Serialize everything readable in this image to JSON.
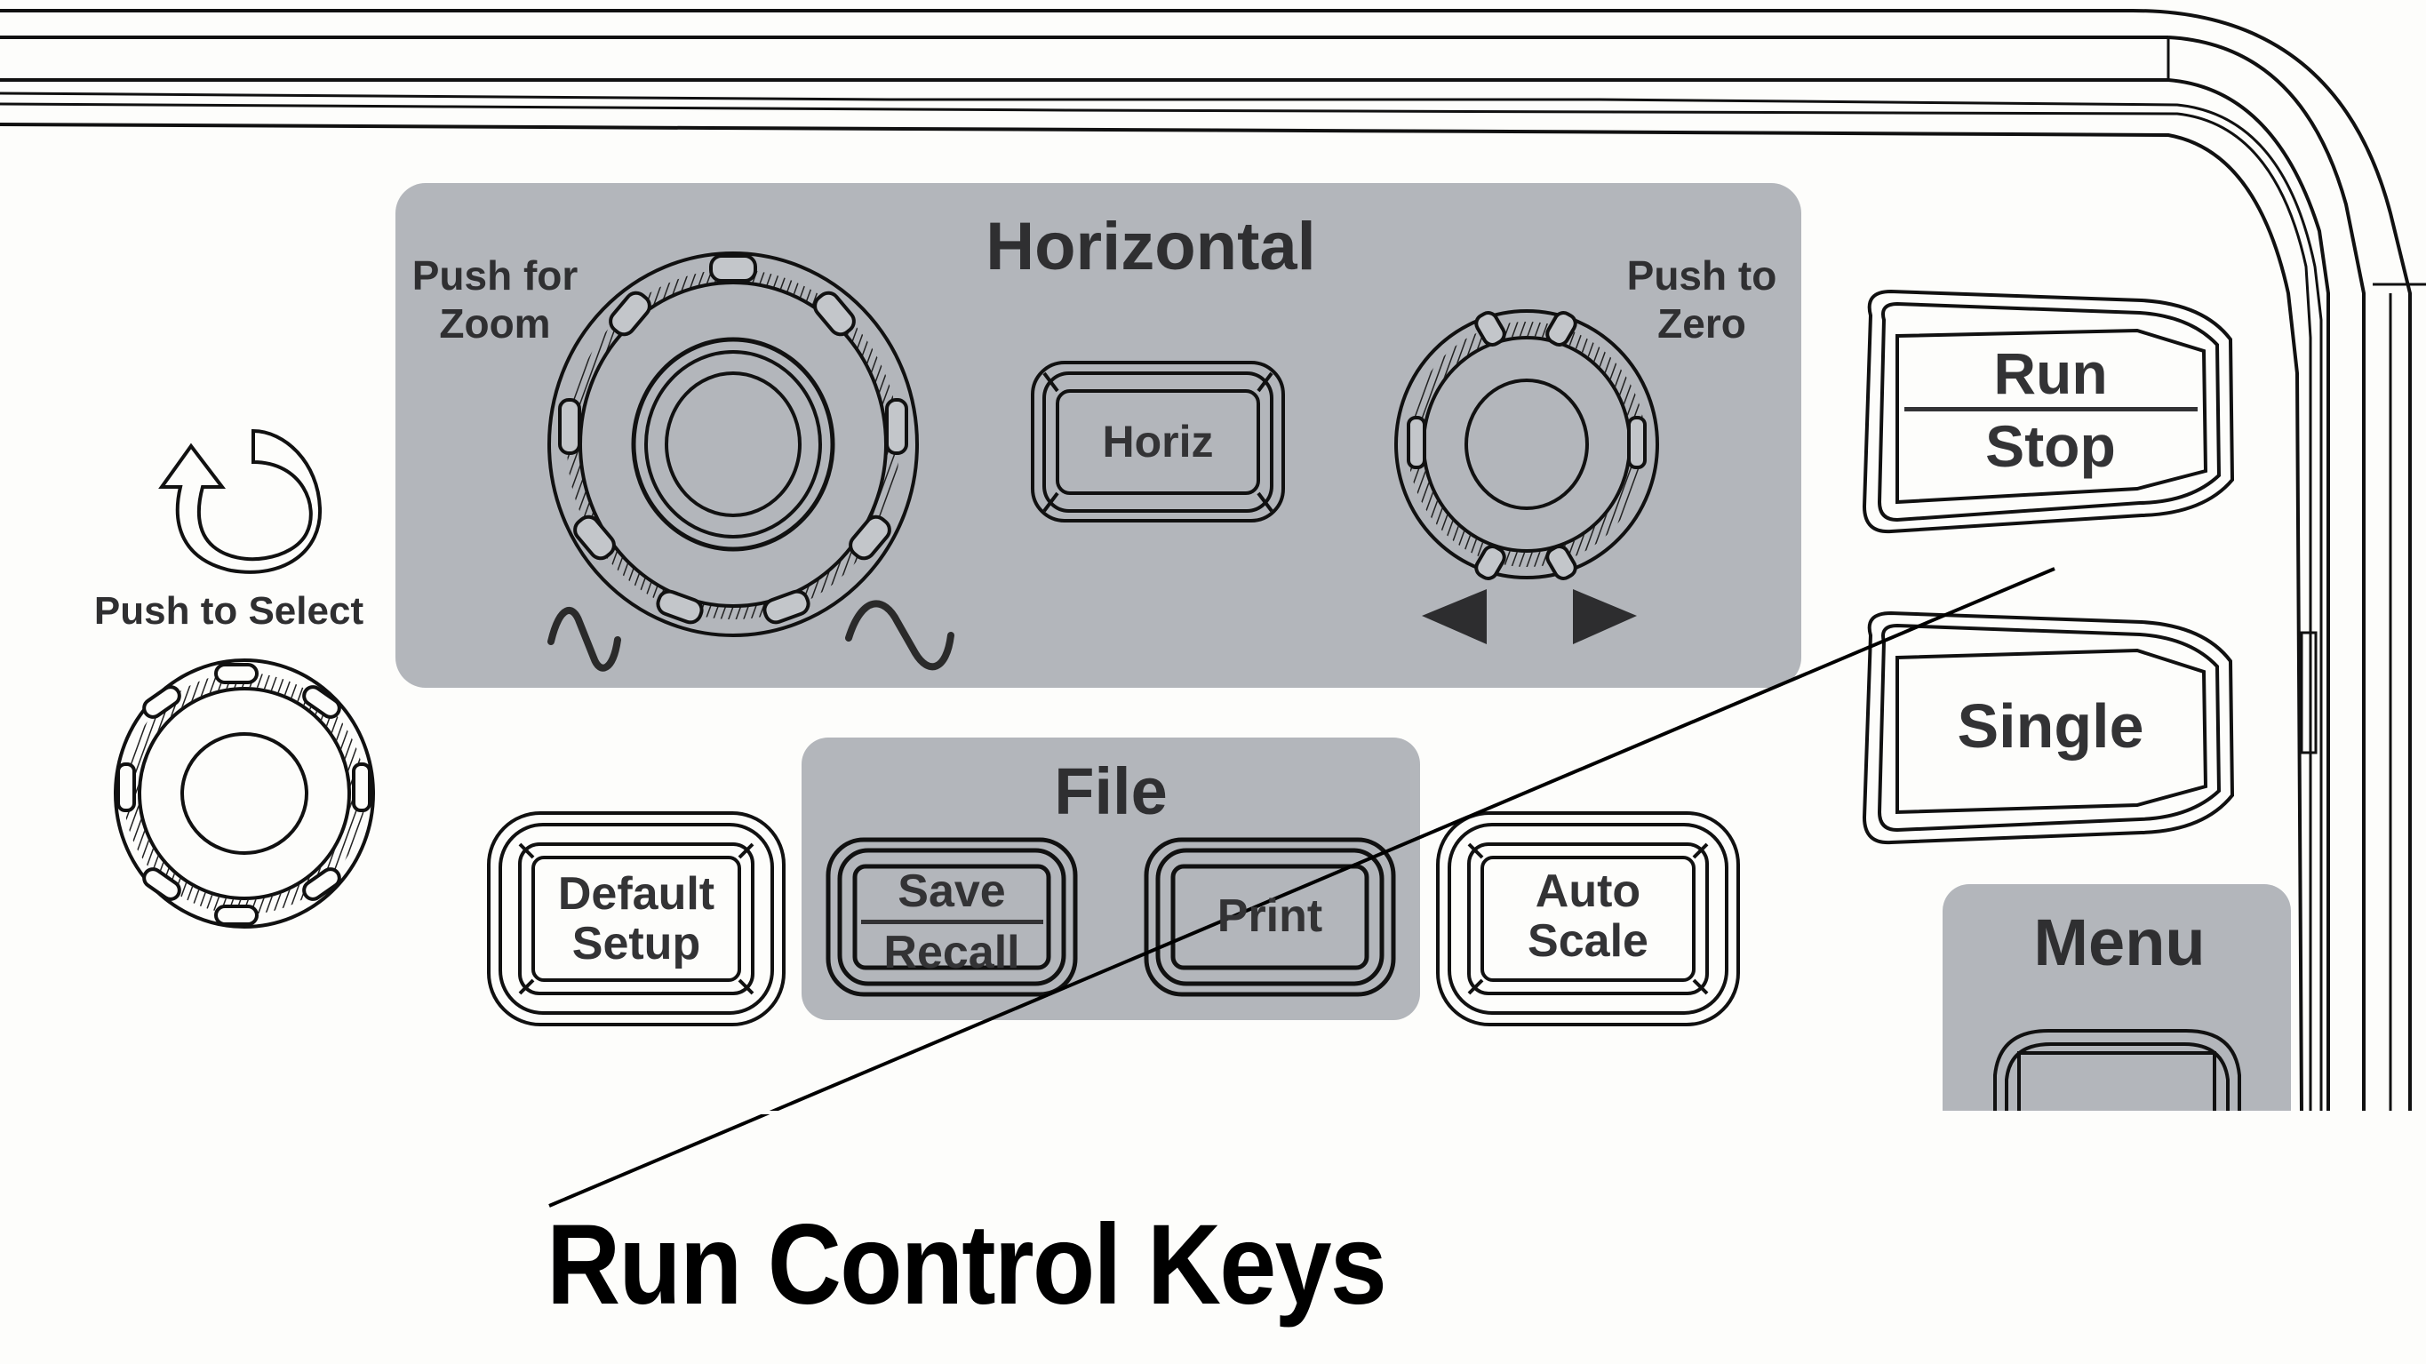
{
  "figure": {
    "caption": "Run Control Keys",
    "subject": "oscilloscope front panel"
  },
  "groups": {
    "horizontal": {
      "title": "Horizontal",
      "left_knob_label_line1": "Push for",
      "left_knob_label_line2": "Zoom",
      "right_knob_label_line1": "Push to",
      "right_knob_label_line2": "Zero",
      "horiz_key": "Horiz"
    },
    "file": {
      "title": "File",
      "save_recall_top": "Save",
      "save_recall_bottom": "Recall",
      "print_key": "Print"
    },
    "menu": {
      "title": "Menu"
    }
  },
  "select_knob": {
    "label": "Push to Select"
  },
  "keys": {
    "default_setup_line1": "Default",
    "default_setup_line2": "Setup",
    "auto_scale_line1": "Auto",
    "auto_scale_line2": "Scale",
    "run_stop_top": "Run",
    "run_stop_bottom": "Stop",
    "single": "Single"
  },
  "colors": {
    "panel_gray": "#b3b6bb",
    "ink": "#2f2f31",
    "background": "#fdfdfb"
  }
}
